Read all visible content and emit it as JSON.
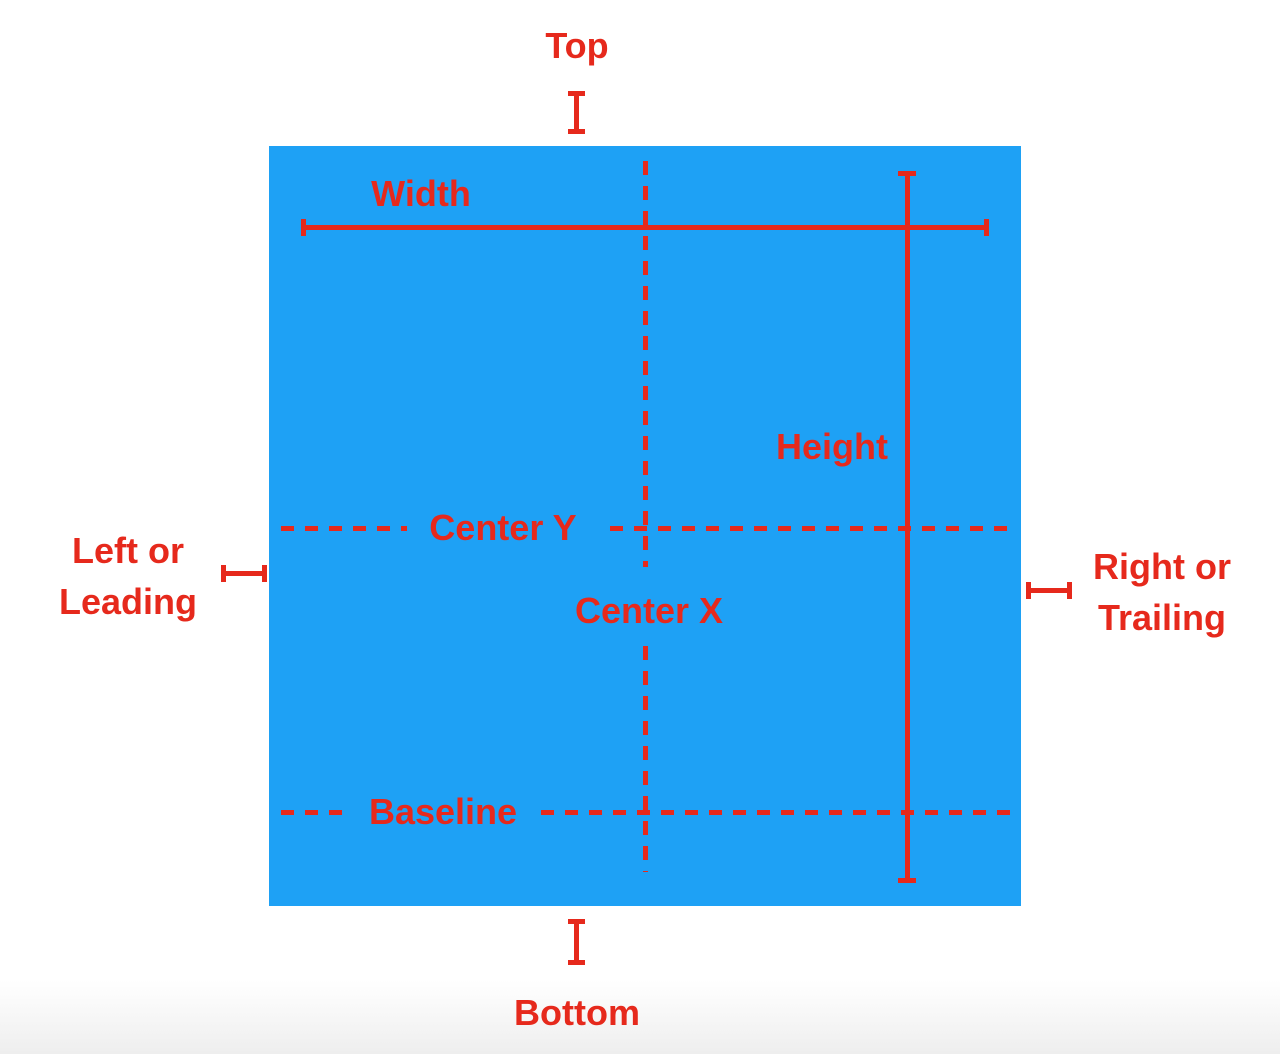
{
  "diagram": {
    "title": "view layout anchors diagram",
    "labels": {
      "top": "Top",
      "bottom": "Bottom",
      "width": "Width",
      "height": "Height",
      "center_x": "Center X",
      "center_y": "Center Y",
      "baseline": "Baseline",
      "left_line1": "Left or",
      "left_line2": "Leading",
      "right_line1": "Right or",
      "right_line2": "Trailing"
    },
    "colors": {
      "accent_red": "#e6291c",
      "view_blue": "#1ea1f5",
      "background": "#ffffff"
    }
  }
}
